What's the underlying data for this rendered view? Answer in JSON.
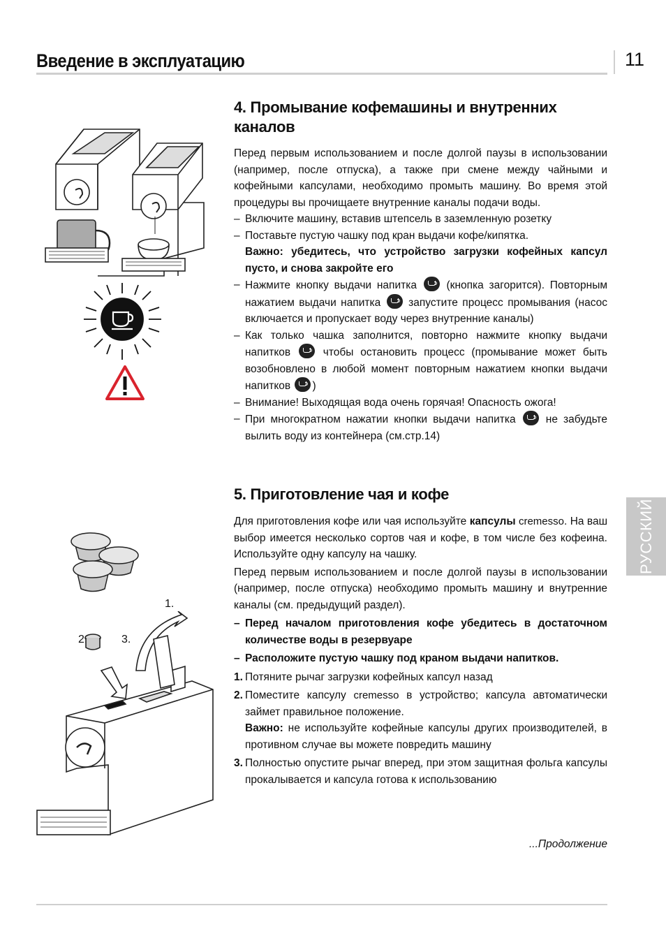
{
  "header": {
    "title": "Введение в эксплуатацию",
    "page_number": "11"
  },
  "side_tab": {
    "label": "РУССКИЙ"
  },
  "section4": {
    "title": "4. Промывание кофемашины и внутренних каналов",
    "intro": "Перед первым использованием и после долгой паузы в использовании (например, после отпуска), а также при смене между чайными и кофейными капсулами, необходимо промыть машину. Во время этой процедуры вы прочищаете внутренние каналы подачи воды.",
    "items": [
      "Включите машину, вставив штепсель в заземленную розетку",
      "Поставьте пустую чашку под кран выдачи кофе/кипятка."
    ],
    "important": "Важно: убедитесь, что устройство загрузки кофейных капсул пусто, и снова закройте его",
    "item3_a": "Нажмите кнопку выдачи напитка",
    "item3_b": "(кнопка загорится). Повторным нажатием выдачи напитка",
    "item3_c": "запустите процесс промывания (насос включается и пропускает воду через внутренние каналы)",
    "item4_a": "Как только чашка заполнится, повторно нажмите кнопку выдачи напитков",
    "item4_b": "чтобы остановить процесс (промывание может быть возобновлено в любой момент повторным нажатием кнопки выдачи напитков",
    "item4_c": ")",
    "item5": "Внимание! Выходящая вода очень горячая! Опасность ожога!",
    "item6_a": "При многократном нажатии кнопки выдачи напитка",
    "item6_b": "не забудьте вылить воду из контейнера (см.стр.14)"
  },
  "section5": {
    "title": "5. Приготовление чая и кофе",
    "p1_a": "Для приготовления кофе или чая используйте",
    "p1_bold": "капсулы",
    "p1_brand": "cremesso",
    "p1_b": ". На ваш выбор имеется несколько сортов чая и кофе, в том числе без кофеина. Используйте одну капсулу на чашку.",
    "p2": "Перед первым использованием и после долгой паузы в использовании (например, после отпуска) необходимо промыть машину и внутренние каналы (см. предыдущий раздел).",
    "bold_items": [
      "Перед началом приготовления кофе убедитесь в достаточном количестве воды в резервуаре",
      "Расположите пустую чашку под краном выдачи напитков."
    ],
    "steps": [
      {
        "num": "1.",
        "text": "Потяните рычаг загрузки кофейных капсул назад"
      }
    ],
    "step2_num": "2.",
    "step2_a": "Поместите капсулу",
    "step2_brand": "cremesso",
    "step2_b": "в устройство; капсула автоматически займет правильное положение.",
    "step2_important_label": "Важно:",
    "step2_important": "не используйте кофейные капсулы других производителей, в противном случае вы можете повредить машину",
    "step3_num": "3.",
    "step3": "Полностью опустите рычаг вперед, при этом защитная фольга капсулы прокалывается и капсула готова к использованию",
    "continue": "...Продолжение"
  },
  "figure_labels": {
    "step1": "1.",
    "step2": "2.",
    "step3": "3."
  },
  "colors": {
    "rule": "#cfcfcf",
    "tab": "#c8c8c8",
    "warning": "#d9232d"
  }
}
